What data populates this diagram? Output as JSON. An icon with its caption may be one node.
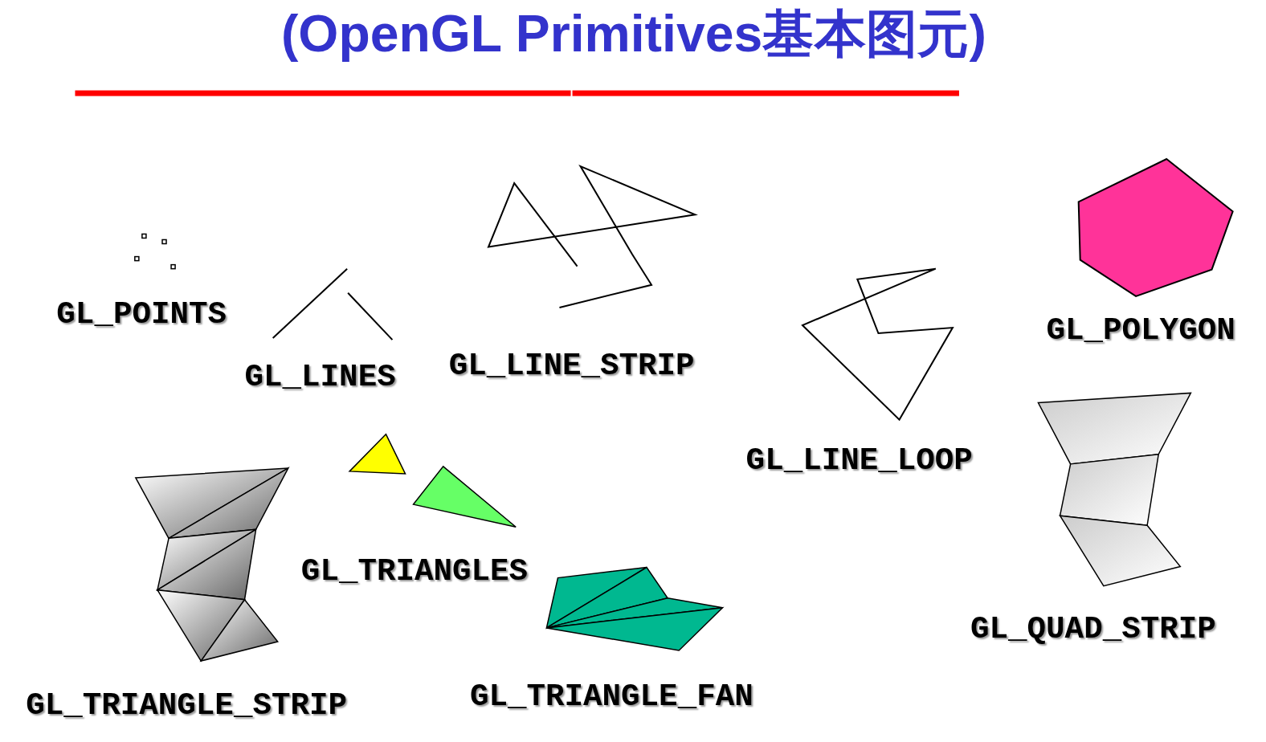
{
  "diagram": {
    "title": "(OpenGL Primitives基本图元)",
    "labels": [
      "GL_POINTS",
      "GL_POLYGON",
      "GL_LINE_STRIP",
      "GL_LINES",
      "GL_LINE_LOOP",
      "GL_TRIANGLES",
      "GL_QUAD_STRIP",
      "GL_TRIANGLE_FAN",
      "GL_TRIANGLE_STRIP"
    ]
  }
}
